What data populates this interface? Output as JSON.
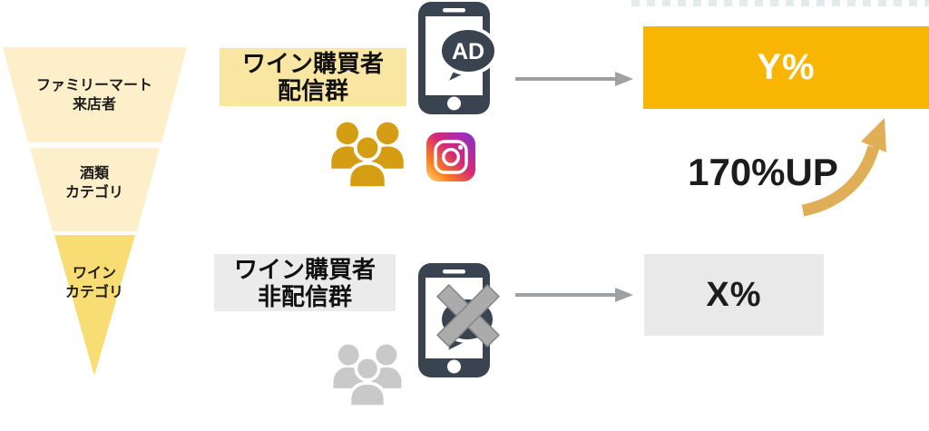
{
  "funnel": {
    "levels": [
      {
        "line1": "ファミリーマート",
        "line2": "来店者",
        "color": "#FCEFC9"
      },
      {
        "line1": "酒類",
        "line2": "カテゴリ",
        "color": "#FCEFC9"
      },
      {
        "line1": "ワイン",
        "line2": "カテゴリ",
        "color": "#F8DC74"
      }
    ]
  },
  "groups": {
    "delivered": {
      "line1": "ワイン購買者",
      "line2": "配信群"
    },
    "control": {
      "line1": "ワイン購買者",
      "line2": "非配信群"
    }
  },
  "phone": {
    "ad_label": "AD"
  },
  "results": {
    "delivered_value": "Y%",
    "control_value": "X%"
  },
  "lift": {
    "label": "170%UP"
  },
  "icons": {
    "delivered_phone": "smartphone-ad-icon",
    "blocked_phone": "smartphone-ad-blocked-icon",
    "instagram": "instagram-icon",
    "delivered_audience": "people-group-icon-gold",
    "control_audience": "people-group-icon-gray",
    "lift_arrow": "upward-swoosh-arrow-icon",
    "flow_arrow": "right-arrow-icon"
  },
  "colors": {
    "funnel_light": "#FCEFC9",
    "funnel_dark": "#F8DC74",
    "delivered_label_bg": "#FAE6A3",
    "control_label_bg": "#EBEBEB",
    "result_delivered_bg": "#F8B502",
    "result_control_bg": "#E9E9E9",
    "phone_body": "#3A4450",
    "people_gold": "#D49D13",
    "people_gray": "#C9C9C9",
    "arrow_gray": "#9FA0A2",
    "lift_arrow_gold": "#DFAE56",
    "x_mark_gray": "#ABABAB"
  }
}
